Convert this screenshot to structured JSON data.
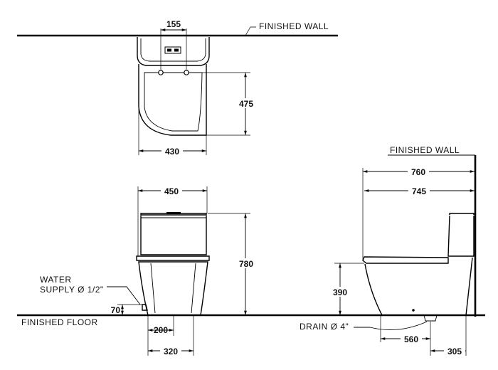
{
  "labels": {
    "finished_wall_top": "FINISHED  WALL",
    "finished_wall_side": "FINISHED  WALL",
    "finished_floor": "FINISHED  FLOOR",
    "water_supply_line1": "WATER",
    "water_supply_line2": "SUPPLY Ø 1/2\"",
    "drain": "DRAIN Ø 4\""
  },
  "dimensions": {
    "top_155": "155",
    "top_475": "475",
    "top_430": "430",
    "front_450": "450",
    "front_780": "780",
    "front_70": "70",
    "front_200": "200",
    "front_320": "320",
    "side_760": "760",
    "side_745": "745",
    "side_390": "390",
    "side_560": "560",
    "side_305": "305"
  }
}
